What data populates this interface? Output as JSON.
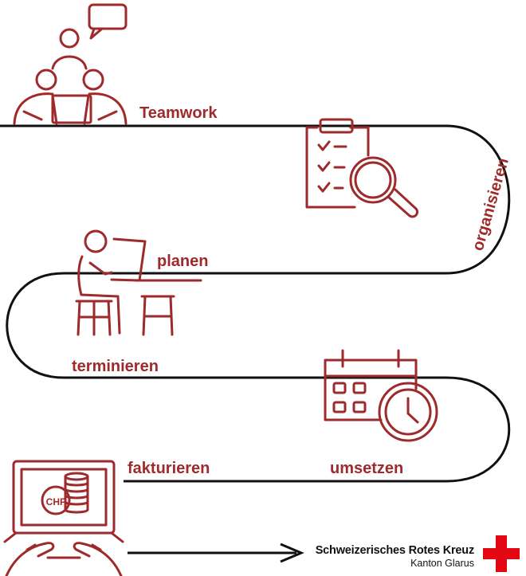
{
  "steps": {
    "teamwork": "Teamwork",
    "organisieren": "organisieren",
    "planen": "planen",
    "terminieren": "terminieren",
    "umsetzen": "umsetzen",
    "fakturieren": "fakturieren"
  },
  "icons": {
    "teamwork": "team-meeting-icon",
    "organisieren": "checklist-magnifier-icon",
    "planen": "person-at-desk-icon",
    "umsetzen": "calendar-clock-icon",
    "fakturieren": "laptop-chf-icon"
  },
  "coin_label": "CHF",
  "brand": {
    "name": "Schweizerisches Rotes Kreuz",
    "subtitle": "Kanton Glarus"
  },
  "colors": {
    "accent": "#9e2a2b",
    "line": "#111111",
    "cross": "#e30613"
  }
}
